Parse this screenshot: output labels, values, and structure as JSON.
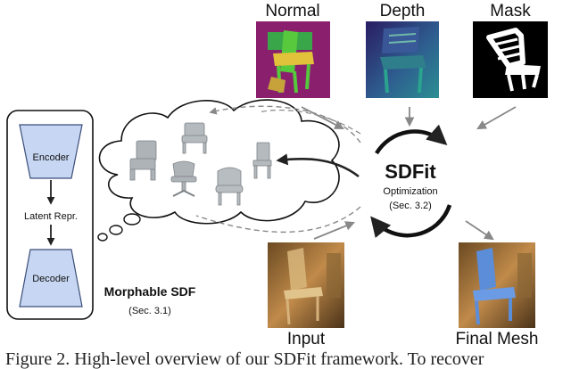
{
  "images": {
    "normal": "Normal",
    "depth": "Depth",
    "mask": "Mask",
    "input": "Input",
    "final_mesh": "Final Mesh"
  },
  "morphable": {
    "encoder": "Encoder",
    "latent": "Latent Repr.",
    "decoder": "Decoder",
    "title": "Morphable SDF",
    "section": "(Sec. 3.1)"
  },
  "optimization": {
    "title": "SDFit",
    "subtitle": "Optimization",
    "section": "(Sec. 3.2)"
  },
  "caption": "Figure 2. High-level overview of our SDFit framework. To recover",
  "colors": {
    "block_fill": "#c7d6f2",
    "block_stroke": "#3b4e7a",
    "arrow_gray": "#888888",
    "arrow_dark": "#222222",
    "normal_bg": "#8a1f6e",
    "normal_green": "#55c93c",
    "depth_bg": "#2a1c63",
    "depth_teal": "#2b8f92",
    "mask_bg": "#000000",
    "photo_warm": "#b98546",
    "mesh_blue": "#5b8dd8"
  }
}
